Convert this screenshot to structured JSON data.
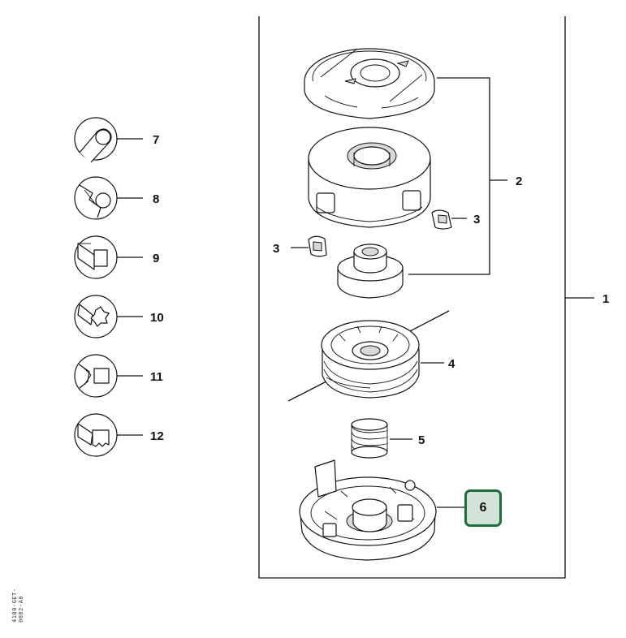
{
  "labels": {
    "assembly": "1",
    "cap_assembly": "2",
    "clip_right": "3",
    "clip_left": "3",
    "spool": "4",
    "spring": "5",
    "housing_highlighted": "6",
    "line_round": "7",
    "line_twisted": "8",
    "line_square": "9",
    "line_star": "10",
    "line_square_twisted": "11",
    "line_serrated": "12"
  },
  "side_code": "4180-GET-0082-A0",
  "colors": {
    "highlight_border": "#1e6e3c",
    "highlight_fill": "#d4e3d8",
    "line": "#111111"
  }
}
